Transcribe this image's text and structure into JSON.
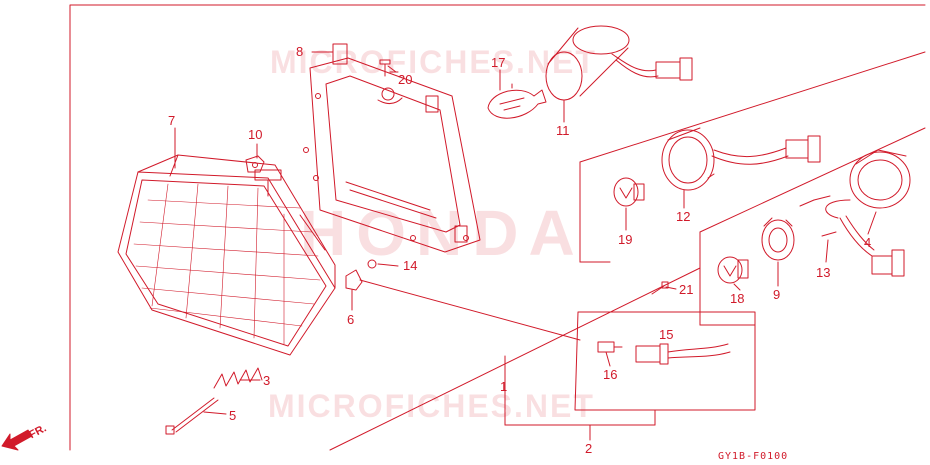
{
  "colors": {
    "ink": "#d11a2a",
    "background": "#ffffff"
  },
  "watermarks": {
    "top": "MICROFICHES.NET",
    "center": "HONDA",
    "bottom": "MICROFICHES.NET"
  },
  "diagram_code": "GY1B-F0100",
  "direction_label": "FR.",
  "callouts": [
    {
      "id": "1",
      "label": "1"
    },
    {
      "id": "2",
      "label": "2"
    },
    {
      "id": "3",
      "label": "3"
    },
    {
      "id": "4",
      "label": "4"
    },
    {
      "id": "5",
      "label": "5"
    },
    {
      "id": "6",
      "label": "6"
    },
    {
      "id": "7",
      "label": "7"
    },
    {
      "id": "8",
      "label": "8"
    },
    {
      "id": "9",
      "label": "9"
    },
    {
      "id": "10",
      "label": "10"
    },
    {
      "id": "11",
      "label": "11"
    },
    {
      "id": "12",
      "label": "12"
    },
    {
      "id": "13",
      "label": "13"
    },
    {
      "id": "14",
      "label": "14"
    },
    {
      "id": "15",
      "label": "15"
    },
    {
      "id": "16",
      "label": "16"
    },
    {
      "id": "17",
      "label": "17"
    },
    {
      "id": "18",
      "label": "18"
    },
    {
      "id": "19",
      "label": "19"
    },
    {
      "id": "20",
      "label": "20"
    },
    {
      "id": "21",
      "label": "21"
    }
  ]
}
